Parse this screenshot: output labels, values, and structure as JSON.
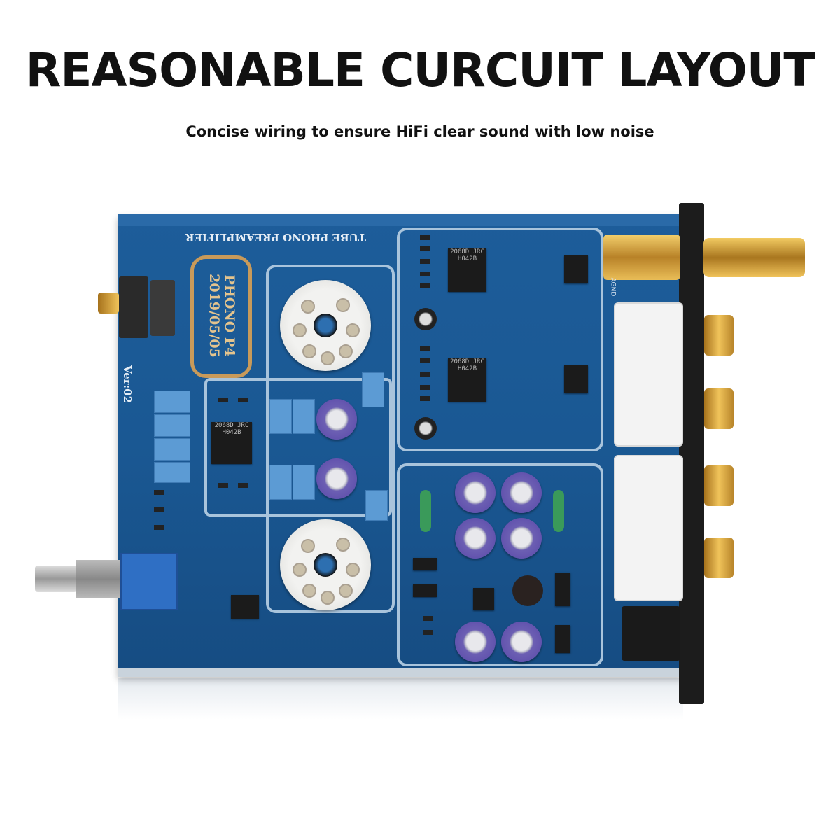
{
  "header": {
    "title": "REASONABLE CURCUIT LAYOUT",
    "subtitle": "Concise wiring to ensure HiFi clear sound with low noise"
  },
  "board_labels": {
    "product": "TUBE PHONO PREAMPLIFIER",
    "model": "PHONO P4",
    "date": "2019/05/05",
    "version": "Ver:02",
    "ic_marking": "2068D JRC H042B",
    "agnd": "AGND"
  },
  "colors": {
    "pcb": "#1a5893",
    "silkscreen": "#e6eef6",
    "gold": "#c89a5a",
    "capacitor": "#5847a8"
  }
}
